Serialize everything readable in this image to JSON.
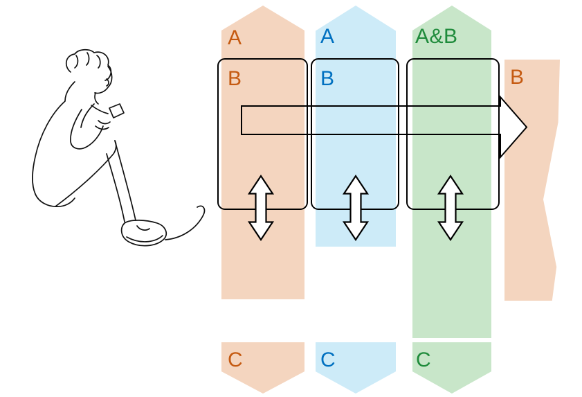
{
  "diagram": {
    "person_icon": "seated-person-line-art",
    "flow_arrow_icon": "right-block-arrow-outline",
    "exchange_arrow_icon": "double-headed-vertical-arrow",
    "outline_color": "#000000",
    "columns": [
      {
        "top_label": "A",
        "box_label": "B",
        "bottom_label": "C",
        "band_color": "#F4D5BF",
        "label_color": "#C55A11"
      },
      {
        "top_label": "A",
        "box_label": "B",
        "bottom_label": "C",
        "band_color": "#CDEBF8",
        "label_color": "#0070C0"
      },
      {
        "top_label": "A&B",
        "bottom_label": "C",
        "band_color": "#C8E6C9",
        "label_color": "#1F8B3B"
      }
    ],
    "output_band": {
      "label": "B",
      "band_color": "#F4D5BF",
      "label_color": "#C55A11"
    }
  }
}
